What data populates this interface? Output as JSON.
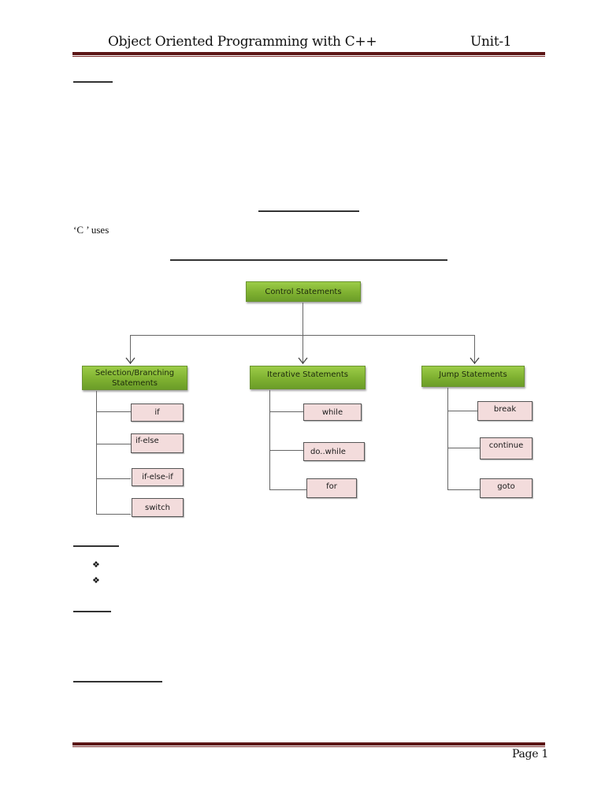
{
  "header": {
    "title": "Object Oriented Programming with C++",
    "unit": "Unit-1",
    "rule_color": "#5b1414"
  },
  "body": {
    "intro_fragment": "‘C     ’ uses",
    "bullet_glyph": "❖"
  },
  "diagram": {
    "root": {
      "label": "Control Statements"
    },
    "categories": [
      {
        "label": "Selection/Branching Statements",
        "items": [
          "if",
          "if-else",
          "if-else-if",
          "switch"
        ]
      },
      {
        "label": "Iterative Statements",
        "items": [
          "while",
          "do..while",
          "for"
        ]
      },
      {
        "label": "Jump Statements",
        "items": [
          "break",
          "continue",
          "goto"
        ]
      }
    ],
    "colors": {
      "category_fill": "#7fb131",
      "leaf_fill": "#f3dcdc",
      "connector": "#666666"
    }
  },
  "footer": {
    "page_label": "Page 1"
  }
}
